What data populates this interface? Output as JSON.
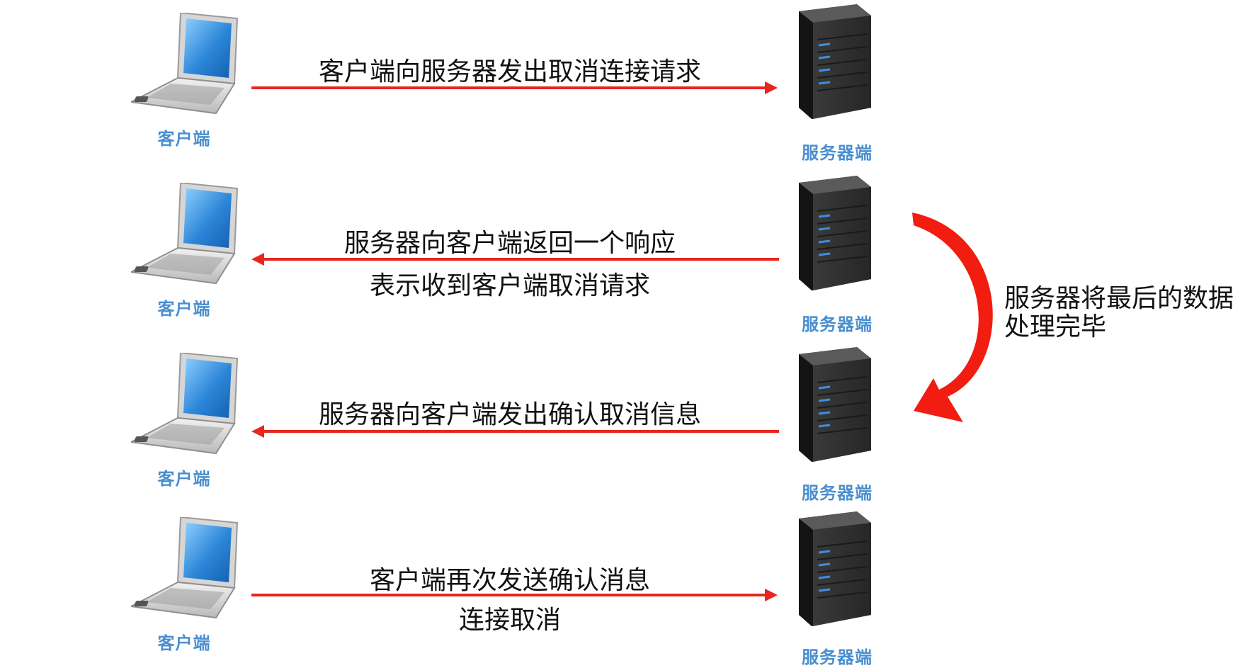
{
  "labels": {
    "client": "客户端",
    "server": "服务器端"
  },
  "steps": [
    {
      "lines": [
        "客户端向服务器发出取消连接请求"
      ],
      "direction": "client-to-server"
    },
    {
      "lines": [
        "服务器向客户端返回一个响应",
        "表示收到客户端取消请求"
      ],
      "direction": "server-to-client"
    },
    {
      "lines": [
        "服务器向客户端发出确认取消信息"
      ],
      "direction": "server-to-client"
    },
    {
      "lines": [
        "客户端再次发送确认消息",
        "连接取消"
      ],
      "direction": "client-to-server"
    }
  ],
  "side_note": {
    "line1": "服务器将最后的数据",
    "line2": "处理完毕"
  },
  "colors": {
    "arrow": "#e8261e",
    "label": "#4a8fd0",
    "server_body": "#2b2b2b",
    "server_light": "#2f7fd8",
    "laptop_screen": "#2c86d8"
  }
}
